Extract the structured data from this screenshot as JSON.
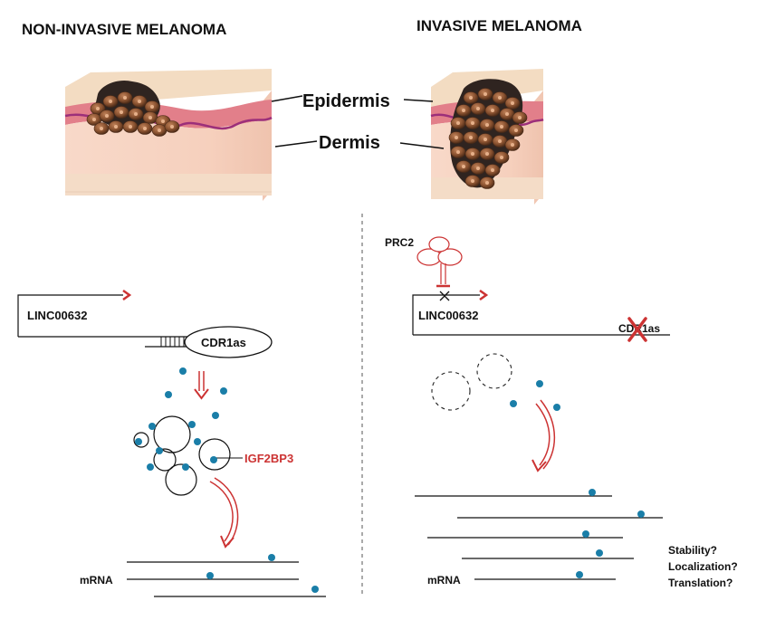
{
  "titles": {
    "left": "NON-INVASIVE MELANOMA",
    "right": "INVASIVE MELANOMA"
  },
  "skin_labels": {
    "epidermis": "Epidermis",
    "dermis": "Dermis"
  },
  "left_panel": {
    "gene": "LINC00632",
    "circrna": "CDR1as",
    "rbp": "IGF2BP3",
    "mrna": "mRNA"
  },
  "right_panel": {
    "complex": "PRC2",
    "gene": "LINC00632",
    "circrna": "CDR1as",
    "mrna": "mRNA",
    "questions": [
      "Stability?",
      "Localization?",
      "Translation?"
    ]
  },
  "colors": {
    "arrow_red": "#cc3333",
    "protein_teal": "#1a7ea8",
    "skin_top": "#f3dcc2",
    "skin_pink": "#d9667a",
    "skin_dermis": "#f6d2c0",
    "tumor_dark": "#3a2a22",
    "tumor_cell": "#8a5230"
  }
}
